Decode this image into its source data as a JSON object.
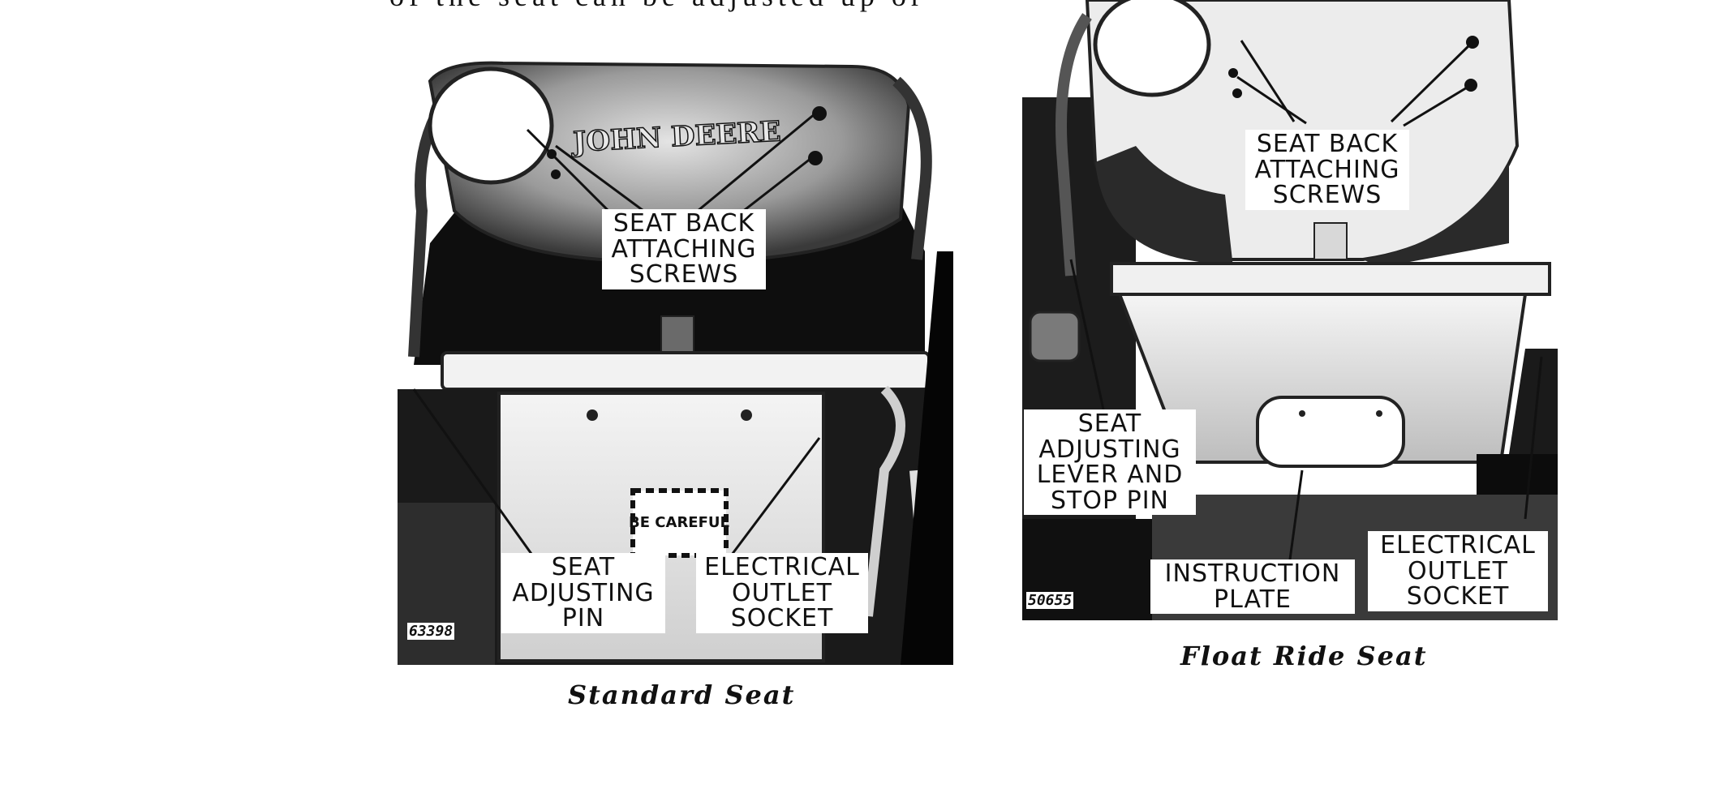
{
  "page": {
    "top_text": "of the seat can be adjusted up or"
  },
  "figures": [
    {
      "fig_number": "63398",
      "brand_text": "JOHN DEERE",
      "decal_text": "BE CAREFUL",
      "callouts": {
        "seat_back_screws": [
          "SEAT BACK",
          "ATTACHING",
          "SCREWS"
        ],
        "seat_adjusting_pin": [
          "SEAT",
          "ADJUSTING",
          "PIN"
        ],
        "electrical_outlet": [
          "ELECTRICAL",
          "OUTLET",
          "SOCKET"
        ]
      },
      "caption": "Standard Seat"
    },
    {
      "fig_number": "50655",
      "callouts": {
        "seat_back_screws": [
          "SEAT BACK",
          "ATTACHING",
          "SCREWS"
        ],
        "seat_adjusting_lever": [
          "SEAT",
          "ADJUSTING",
          "LEVER AND",
          "STOP PIN"
        ],
        "instruction_plate": [
          "INSTRUCTION",
          "PLATE"
        ],
        "electrical_outlet": [
          "ELECTRICAL",
          "OUTLET",
          "SOCKET"
        ]
      },
      "caption": "Float Ride Seat"
    }
  ]
}
